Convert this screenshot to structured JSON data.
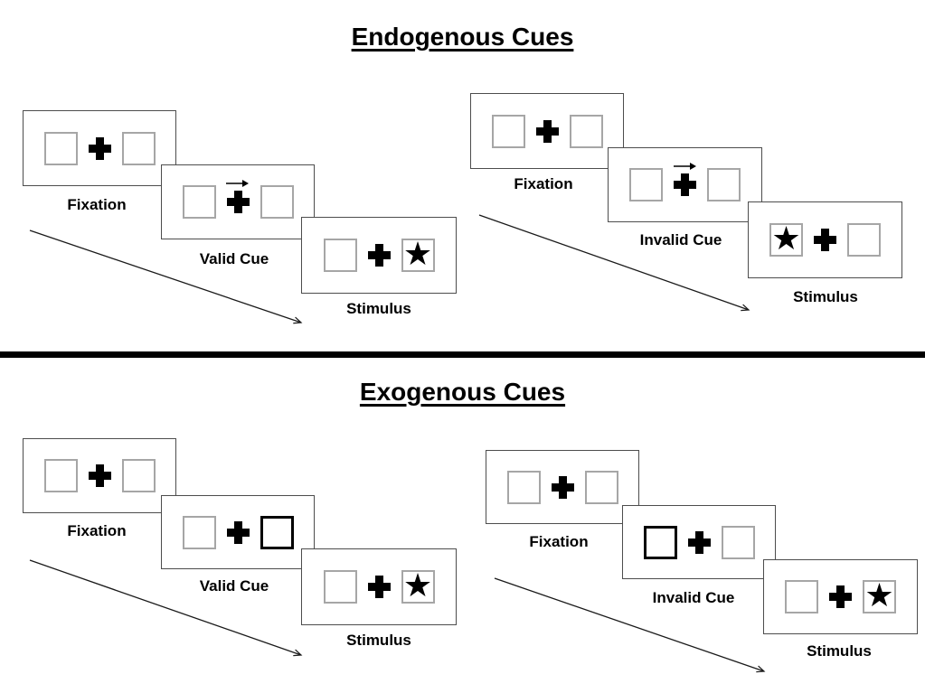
{
  "colors": {
    "background": "#ffffff",
    "panel_border": "#4d4d4d",
    "square_border": "#a6a6a6",
    "thick_square_border": "#000000",
    "text": "#000000",
    "divider": "#000000"
  },
  "icons": {
    "star_glyph": "★",
    "cue_arrow_direction": "right"
  },
  "sections": [
    {
      "title": "Endogenous Cues",
      "groups": [
        {
          "name": "endogenous-valid",
          "steps": [
            {
              "label": "Fixation",
              "type": "fixation"
            },
            {
              "label": "Valid Cue",
              "type": "arrow-cue",
              "cue": "arrow-right"
            },
            {
              "label": "Stimulus",
              "type": "stimulus",
              "star_position": "right"
            }
          ]
        },
        {
          "name": "endogenous-invalid",
          "steps": [
            {
              "label": "Fixation",
              "type": "fixation"
            },
            {
              "label": "Invalid Cue",
              "type": "arrow-cue",
              "cue": "arrow-right"
            },
            {
              "label": "Stimulus",
              "type": "stimulus",
              "star_position": "left"
            }
          ]
        }
      ]
    },
    {
      "title": "Exogenous Cues",
      "groups": [
        {
          "name": "exogenous-valid",
          "steps": [
            {
              "label": "Fixation",
              "type": "fixation"
            },
            {
              "label": "Valid Cue",
              "type": "box-cue",
              "cue": "thick-right"
            },
            {
              "label": "Stimulus",
              "type": "stimulus",
              "star_position": "right"
            }
          ]
        },
        {
          "name": "exogenous-invalid",
          "steps": [
            {
              "label": "Fixation",
              "type": "fixation"
            },
            {
              "label": "Invalid Cue",
              "type": "box-cue",
              "cue": "thick-left"
            },
            {
              "label": "Stimulus",
              "type": "stimulus",
              "star_position": "right"
            }
          ]
        }
      ]
    }
  ]
}
